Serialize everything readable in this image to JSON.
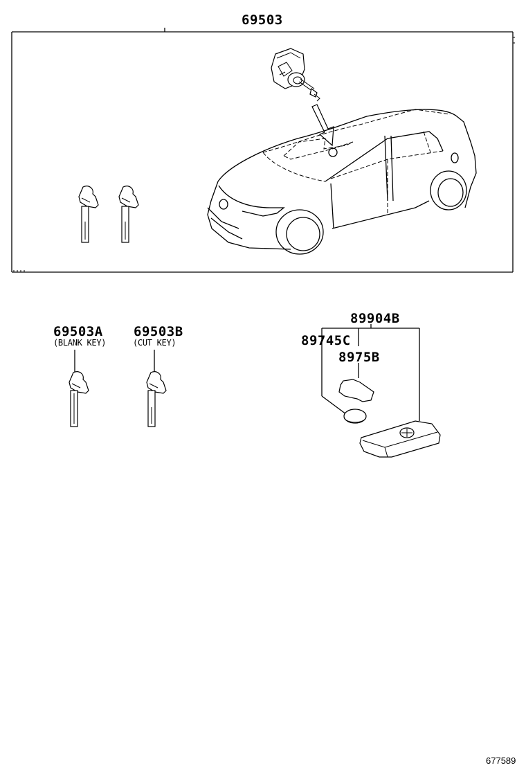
{
  "diagram": {
    "assembly_label": "69503",
    "parts": [
      {
        "part_no": "69503A",
        "description": "(BLANK KEY)"
      },
      {
        "part_no": "69503B",
        "description": "(CUT KEY)"
      },
      {
        "part_no": "89904B",
        "description": ""
      },
      {
        "part_no": "89745C",
        "description": ""
      },
      {
        "part_no": "8975B",
        "description": ""
      }
    ],
    "illustration_code": "677589"
  }
}
